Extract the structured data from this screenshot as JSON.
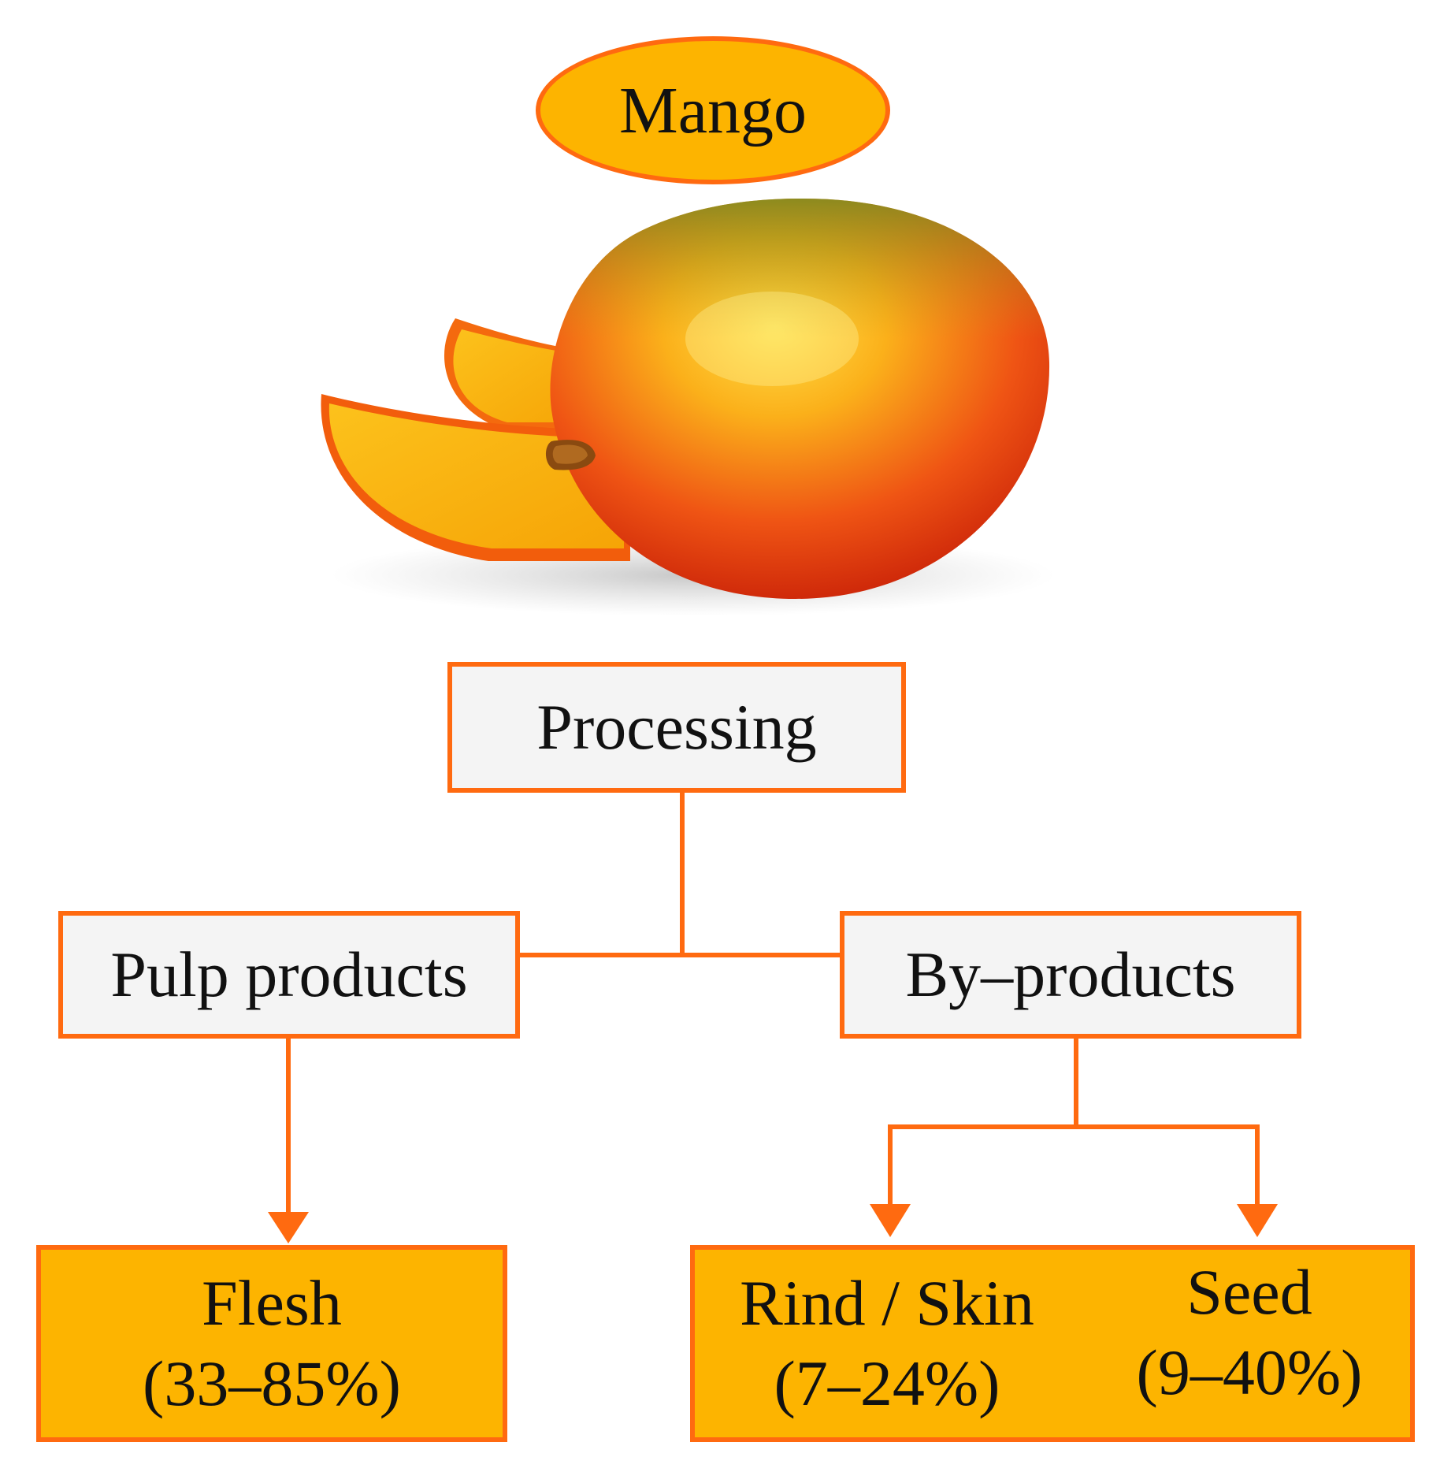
{
  "nodes": {
    "mango": "Mango",
    "processing": "Processing",
    "pulp_products": "Pulp products",
    "by_products": "By–products",
    "flesh": {
      "label": "Flesh",
      "percent": "(33–85%)"
    },
    "rind_skin": {
      "label": "Rind / Skin",
      "percent": "(7–24%)"
    },
    "seed": {
      "label": "Seed",
      "percent": "(9–40%)"
    }
  },
  "colors": {
    "accent": "#ff6a10",
    "fill_orange": "#fdb400",
    "fill_light": "#f4f4f4"
  },
  "icons": [
    "mango-fruit-illustration"
  ]
}
